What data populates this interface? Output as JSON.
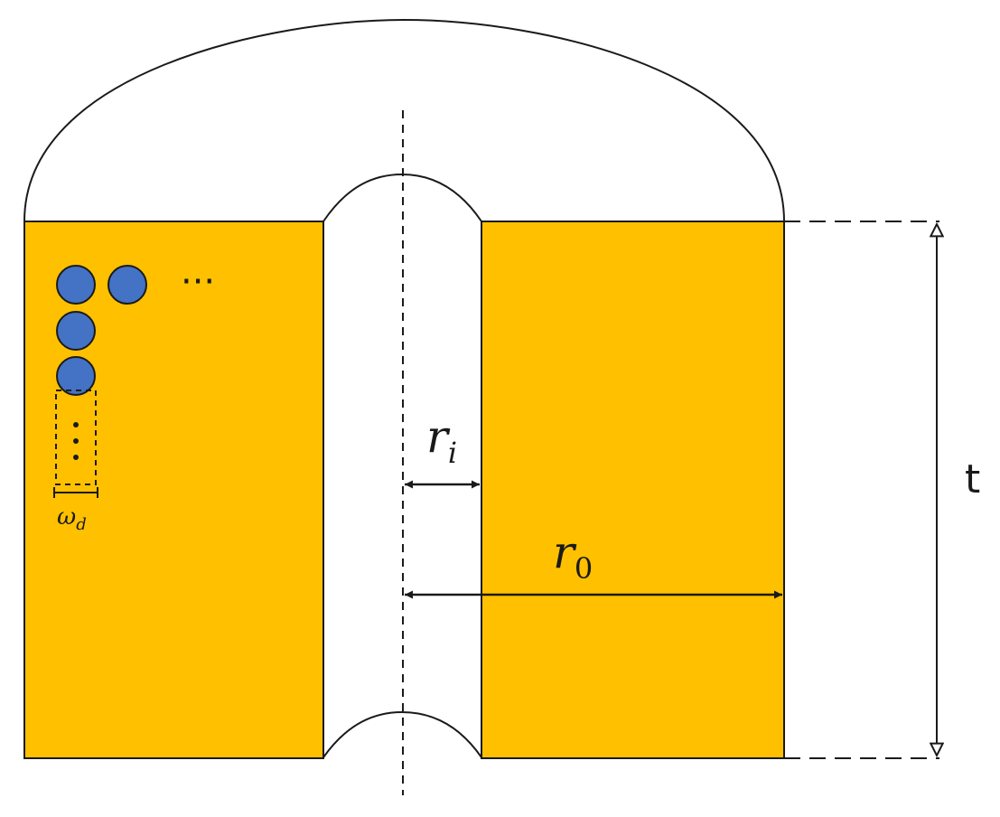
{
  "labels": {
    "inner_radius": "r",
    "inner_radius_sub": "i",
    "outer_radius": "r",
    "outer_radius_sub": "0",
    "thickness": "t",
    "wire_width": "ω",
    "wire_width_sub": "d",
    "continuation": "···"
  },
  "colors": {
    "core_fill": "#ffc000",
    "wire_fill": "#4472c4",
    "stroke": "#1a1a1a",
    "background": "#ffffff"
  }
}
